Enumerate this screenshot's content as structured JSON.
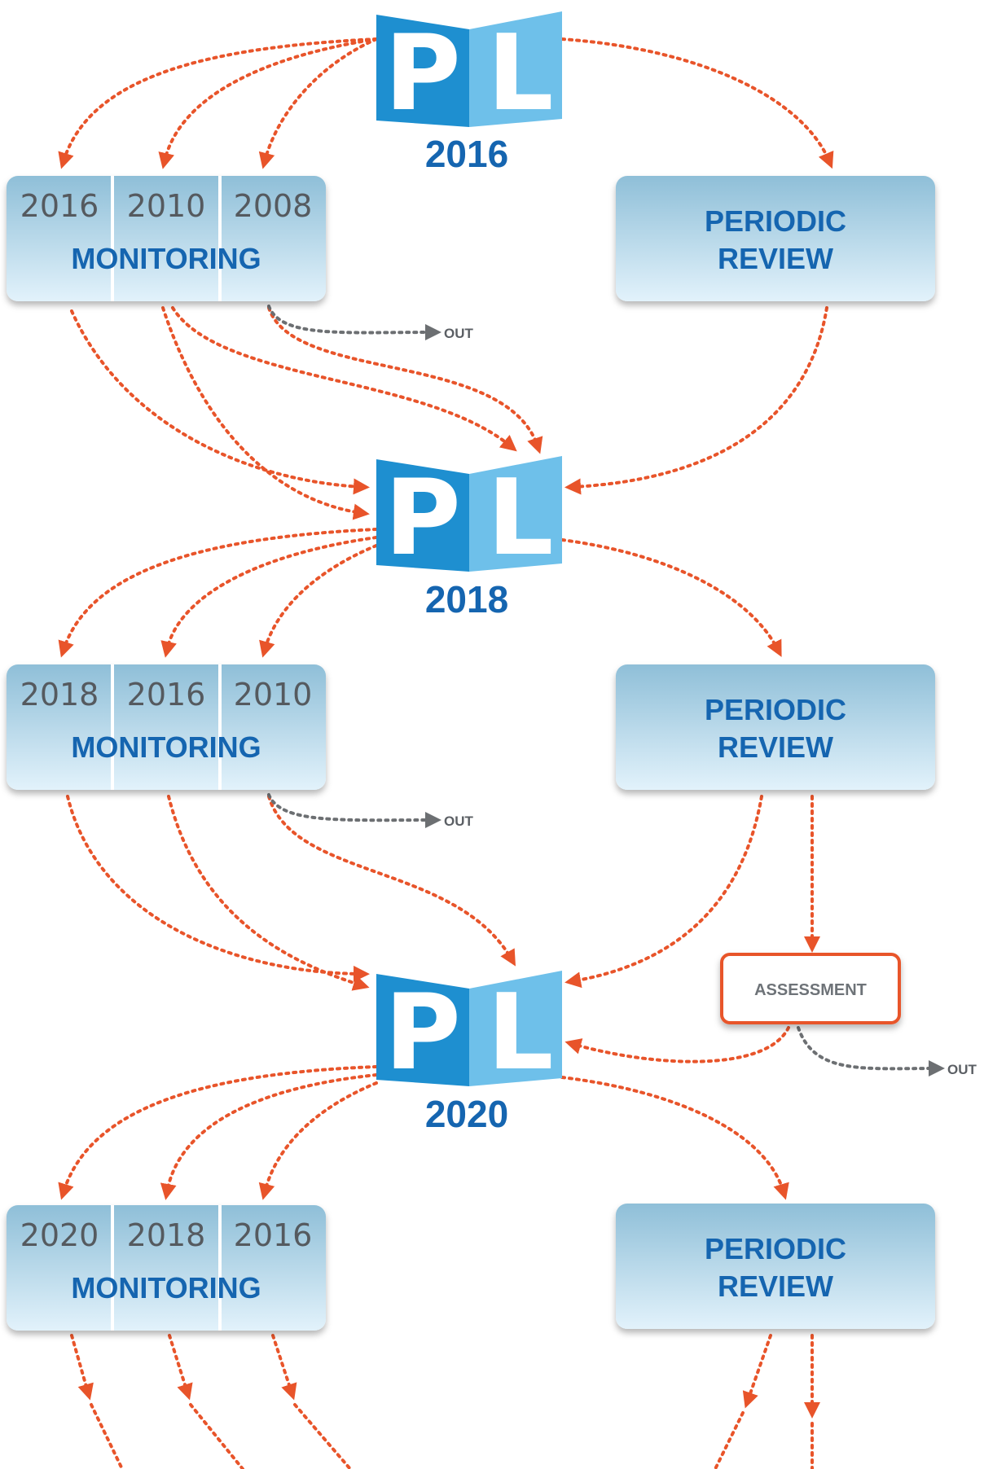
{
  "colors": {
    "arrow": "#e8542a",
    "out_arrow": "#6c6f72",
    "box_top": "#8fbfd8",
    "box_bottom": "#e2f2fb",
    "pl_dark": "#1e8fd0",
    "pl_light": "#6ec0ea",
    "title_blue": "#1565b0",
    "assessment_border": "#e8542a"
  },
  "pl_logo_letters": [
    "P",
    "L"
  ],
  "plans": [
    {
      "year": "2016"
    },
    {
      "year": "2018"
    },
    {
      "year": "2020"
    }
  ],
  "monitoring_boxes": [
    {
      "years": [
        "2016",
        "2010",
        "2008"
      ],
      "label": "MONITORING"
    },
    {
      "years": [
        "2018",
        "2016",
        "2010"
      ],
      "label": "MONITORING"
    },
    {
      "years": [
        "2020",
        "2018",
        "2016"
      ],
      "label": "MONITORING"
    }
  ],
  "review_boxes": [
    {
      "line1": "PERIODIC",
      "line2": "REVIEW"
    },
    {
      "line1": "PERIODIC",
      "line2": "REVIEW"
    },
    {
      "line1": "PERIODIC",
      "line2": "REVIEW"
    }
  ],
  "assessment": {
    "label": "ASSESSMENT"
  },
  "out_labels": [
    "OUT",
    "OUT",
    "OUT"
  ]
}
